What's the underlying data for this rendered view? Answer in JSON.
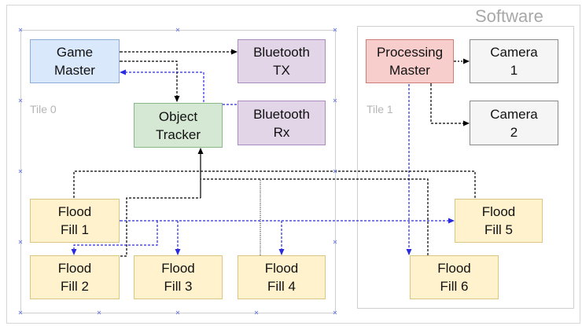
{
  "software_label": "Software",
  "tiles": [
    {
      "id": "tile0",
      "label": "Tile 0"
    },
    {
      "id": "tile1",
      "label": "Tile 1"
    }
  ],
  "nodes": {
    "game_master": {
      "line1": "Game",
      "line2": "Master",
      "color": "#dae8fc"
    },
    "bluetooth_tx": {
      "line1": "Bluetooth",
      "line2": "TX",
      "color": "#e1d5e7"
    },
    "bluetooth_rx": {
      "line1": "Bluetooth",
      "line2": "Rx",
      "color": "#e1d5e7"
    },
    "object_tracker": {
      "line1": "Object",
      "line2": "Tracker",
      "color": "#d5e8d4"
    },
    "processing_master": {
      "line1": "Processing",
      "line2": "Master",
      "color": "#f8cecc"
    },
    "camera_1": {
      "line1": "Camera",
      "line2": "1",
      "color": "#f5f5f5"
    },
    "camera_2": {
      "line1": "Camera",
      "line2": "2",
      "color": "#f5f5f5"
    },
    "flood_fill_1": {
      "line1": "Flood",
      "line2": "Fill 1",
      "color": "#fff2cc"
    },
    "flood_fill_2": {
      "line1": "Flood",
      "line2": "Fill 2",
      "color": "#fff2cc"
    },
    "flood_fill_3": {
      "line1": "Flood",
      "line2": "Fill 3",
      "color": "#fff2cc"
    },
    "flood_fill_4": {
      "line1": "Flood",
      "line2": "Fill 4",
      "color": "#fff2cc"
    },
    "flood_fill_5": {
      "line1": "Flood",
      "line2": "Fill 5",
      "color": "#fff2cc"
    },
    "flood_fill_6": {
      "line1": "Flood",
      "line2": "Fill 6",
      "color": "#fff2cc"
    }
  },
  "edge_colors": {
    "black": "#000000",
    "blue": "#2a2ae0"
  }
}
